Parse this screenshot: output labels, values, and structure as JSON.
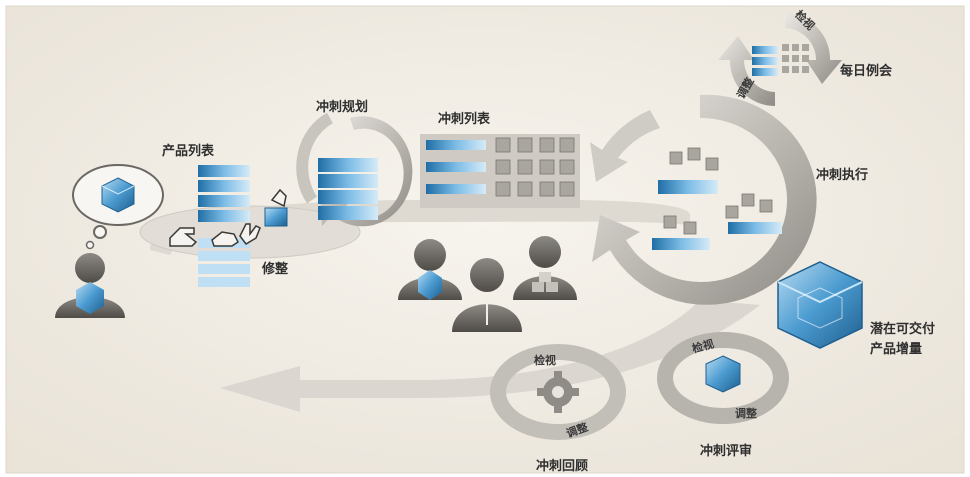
{
  "labels": {
    "product_backlog": "产品列表",
    "refinement": "修整",
    "sprint_planning": "冲刺规划",
    "sprint_backlog": "冲刺列表",
    "daily_scrum": "每日例会",
    "inspect": "检视",
    "adapt": "调整",
    "sprint_execution": "冲刺执行",
    "increment_line1": "潜在可交付",
    "increment_line2": "产品增量",
    "sprint_review": "冲刺评审",
    "sprint_retrospective": "冲刺回顾"
  },
  "colors": {
    "background": "#f1ece2",
    "arrow_gray": "#cfccc6",
    "arrow_dark": "#9c9893",
    "cube_blue": "#2a7fb8",
    "cube_light": "#8fc3e6",
    "person_gray": "#6d6a66",
    "text": "#2f2f2f"
  },
  "icons": [
    "thought-bubble-icon",
    "product-owner-person-icon",
    "cube-icon",
    "backlog-stack-icon",
    "hands-icon",
    "cycle-arrow-icon",
    "sprint-backlog-grid-icon",
    "team-people-icon",
    "gear-icon",
    "increment-cube-icon"
  ]
}
